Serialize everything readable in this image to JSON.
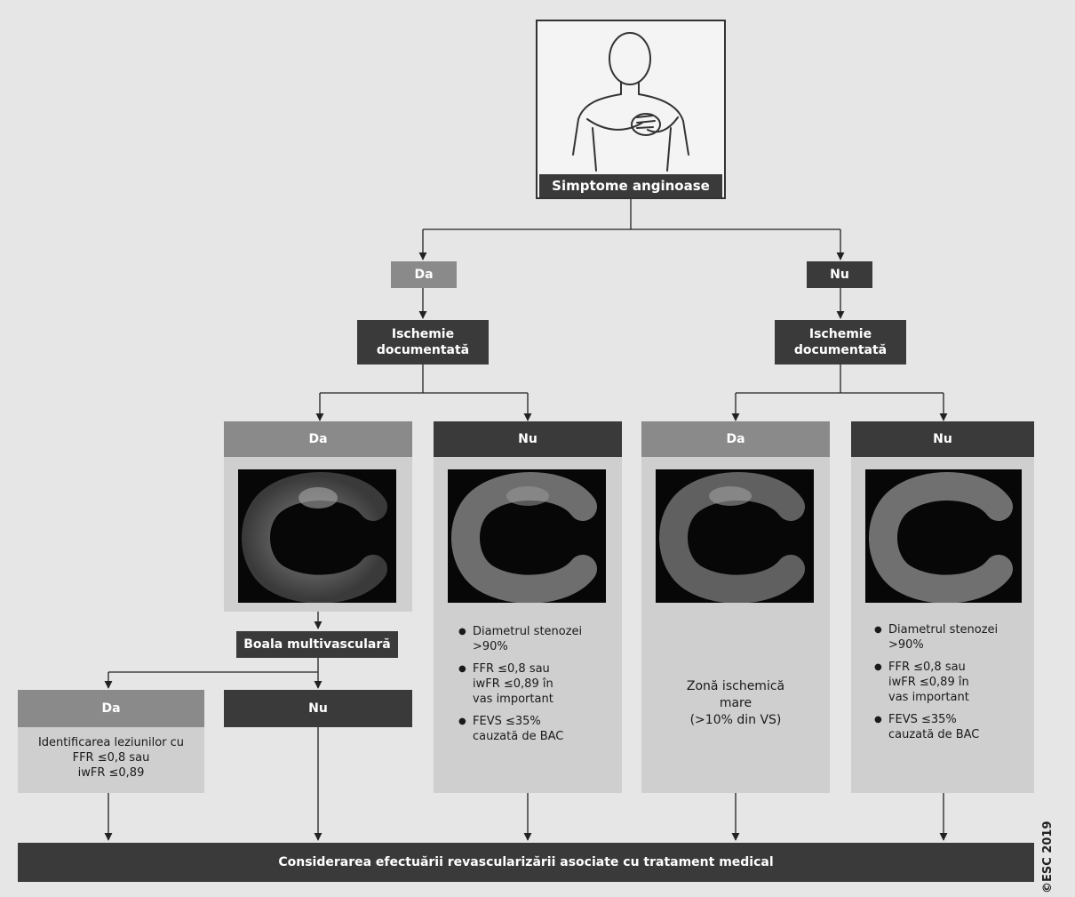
{
  "start": {
    "label": "Simptome anginoase",
    "icon": "patient-chest-pain-icon"
  },
  "branch_da": {
    "label": "Da",
    "ischemia": "Ischemie\ndocumentată",
    "da": {
      "label": "Da"
    },
    "nu": {
      "label": "Nu",
      "criteria": [
        "Diametrul stenozei\n>90%",
        "FFR ≤0,8 sau\niwFR ≤0,89 în\nvas important",
        "FEVS ≤35%\ncauzată de BAC"
      ]
    },
    "multivessel": {
      "label": "Boala multivasculară",
      "da": {
        "label": "Da",
        "text": "Identificarea leziunilor cu\nFFR ≤0,8 sau\niwFR ≤0,89"
      },
      "nu": {
        "label": "Nu"
      }
    }
  },
  "branch_nu": {
    "label": "Nu",
    "ischemia": "Ischemie\ndocumentată",
    "da": {
      "label": "Da",
      "text": "Zonă ischemică\nmare\n(>10% din VS)"
    },
    "nu": {
      "label": "Nu",
      "criteria": [
        "Diametrul stenozei\n>90%",
        "FFR ≤0,8 sau\niwFR ≤0,89 în\nvas important",
        "FEVS ≤35%\ncauzată de BAC"
      ]
    }
  },
  "final": {
    "label": "Considerarea efectuării revascularizării asociate cu tratament medical"
  },
  "copyright": "©ESC 2019",
  "colors": {
    "dark_box": "#3a3a3a",
    "light_box": "#8a8a8a",
    "panel": "#cfcfcf",
    "line": "#222222"
  }
}
